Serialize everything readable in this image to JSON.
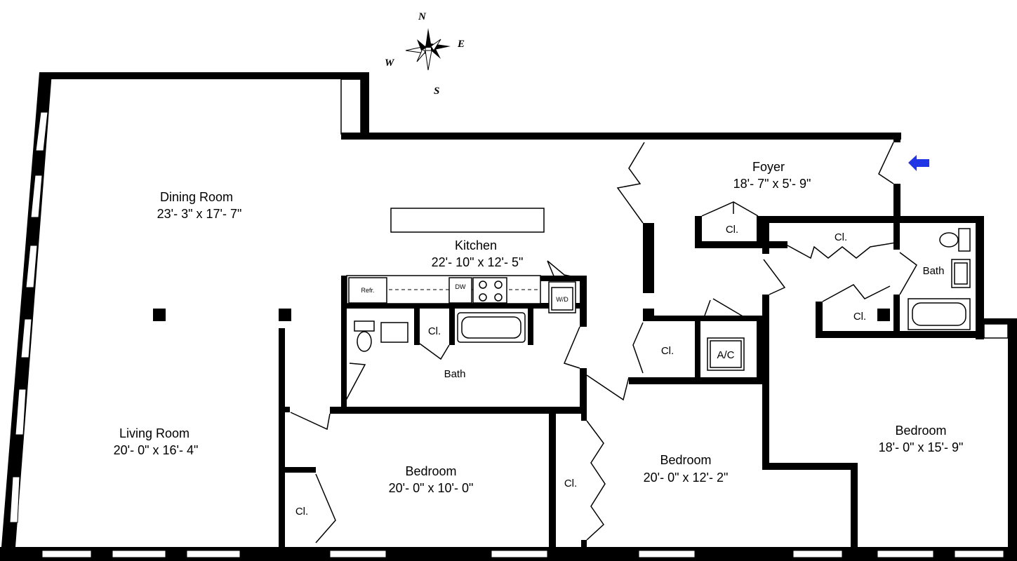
{
  "compass": {
    "north": "N",
    "south": "S",
    "east": "E",
    "west": "W"
  },
  "entry_arrow_color": "#1f35e6",
  "rooms": {
    "dining": {
      "name": "Dining Room",
      "dims": "23'- 3\" x 17'- 7\""
    },
    "kitchen": {
      "name": "Kitchen",
      "dims": "22'- 10\" x 12'- 5\""
    },
    "foyer": {
      "name": "Foyer",
      "dims": "18'- 7\" x 5'- 9\""
    },
    "living": {
      "name": "Living Room",
      "dims": "20'- 0\" x 16'- 4\""
    },
    "bedroom1": {
      "name": "Bedroom",
      "dims": "20'- 0\" x 10'- 0\""
    },
    "bedroom2": {
      "name": "Bedroom",
      "dims": "20'- 0\" x 12'- 2\""
    },
    "bedroom3": {
      "name": "Bedroom",
      "dims": "18'- 0\" x 15'- 9\""
    }
  },
  "labels": {
    "closet": "Cl.",
    "bath": "Bath",
    "ac": "A/C",
    "refrigerator": "Refr.",
    "dishwasher": "DW",
    "washer_dryer": "W/D"
  }
}
